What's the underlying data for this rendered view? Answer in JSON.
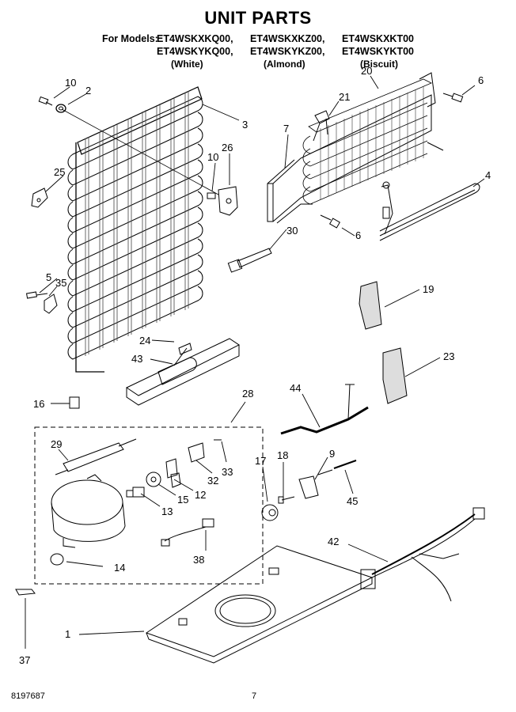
{
  "header": {
    "title": "UNIT PARTS",
    "models_prefix": "For Models:",
    "models_row1": [
      "ET4WSKXKQ00,",
      "ET4WSKXKZ00,",
      "ET4WSKXKT00"
    ],
    "models_row2": [
      "ET4WSKYKQ00,",
      "ET4WSKYKZ00,",
      "ET4WSKYKT00"
    ],
    "colors": [
      "(White)",
      "(Almond)",
      "(Biscuit)"
    ]
  },
  "callouts": [
    "10",
    "2",
    "3",
    "20",
    "6",
    "21",
    "7",
    "4",
    "26",
    "10",
    "25",
    "6",
    "30",
    "5",
    "35",
    "19",
    "24",
    "43",
    "23",
    "16",
    "44",
    "28",
    "29",
    "9",
    "17",
    "18",
    "33",
    "32",
    "45",
    "12",
    "15",
    "13",
    "42",
    "14",
    "38",
    "1",
    "37"
  ],
  "footer": {
    "doc_number": "8197687",
    "page_number": "7"
  }
}
